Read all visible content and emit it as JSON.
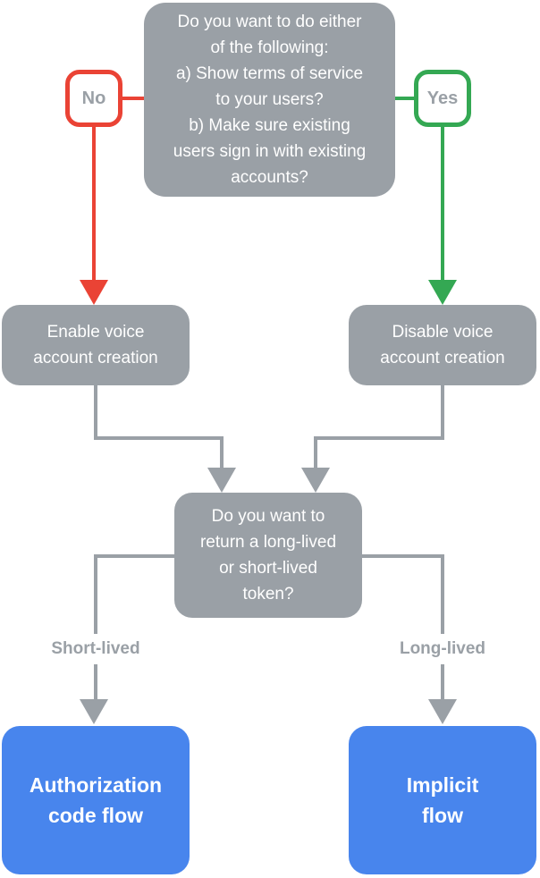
{
  "colors": {
    "gray": "#9AA0A6",
    "red": "#EA4335",
    "green": "#34A853",
    "blue": "#4885ED",
    "white": "#FFFFFF"
  },
  "nodes": {
    "question_terms": {
      "text": "Do you want to do either\nof the following:\na) Show terms of service\nto your users?\nb) Make sure existing\nusers sign in with existing\naccounts?"
    },
    "enable_voice": {
      "text": "Enable voice\naccount creation"
    },
    "disable_voice": {
      "text": "Disable voice\naccount creation"
    },
    "question_token": {
      "text": "Do you want to\nreturn a long-lived\nor short-lived\ntoken?"
    },
    "auth_code_flow": {
      "text": "Authorization\ncode flow"
    },
    "implicit_flow": {
      "text": "Implicit\nflow"
    }
  },
  "edge_labels": {
    "no": "No",
    "yes": "Yes",
    "short_lived": "Short-lived",
    "long_lived": "Long-lived"
  }
}
